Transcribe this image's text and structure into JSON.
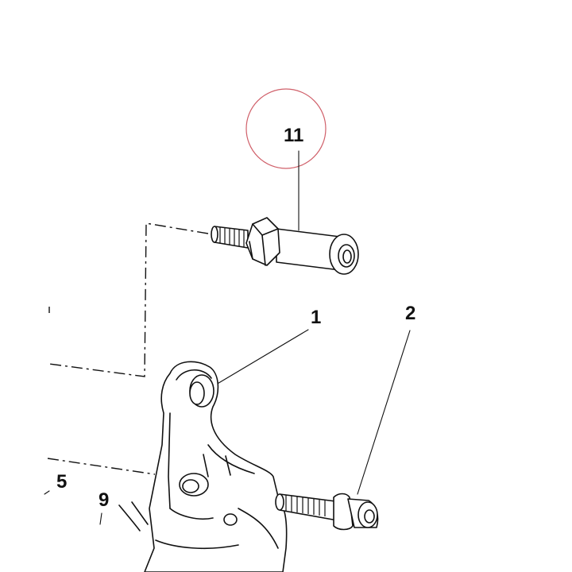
{
  "callouts": {
    "part_11": "11",
    "part_1": "1",
    "part_2": "2",
    "part_5": "5",
    "part_9": "9"
  },
  "colors": {
    "highlight_circle": "#d0606a",
    "line": "#111111",
    "background": "#ffffff"
  }
}
